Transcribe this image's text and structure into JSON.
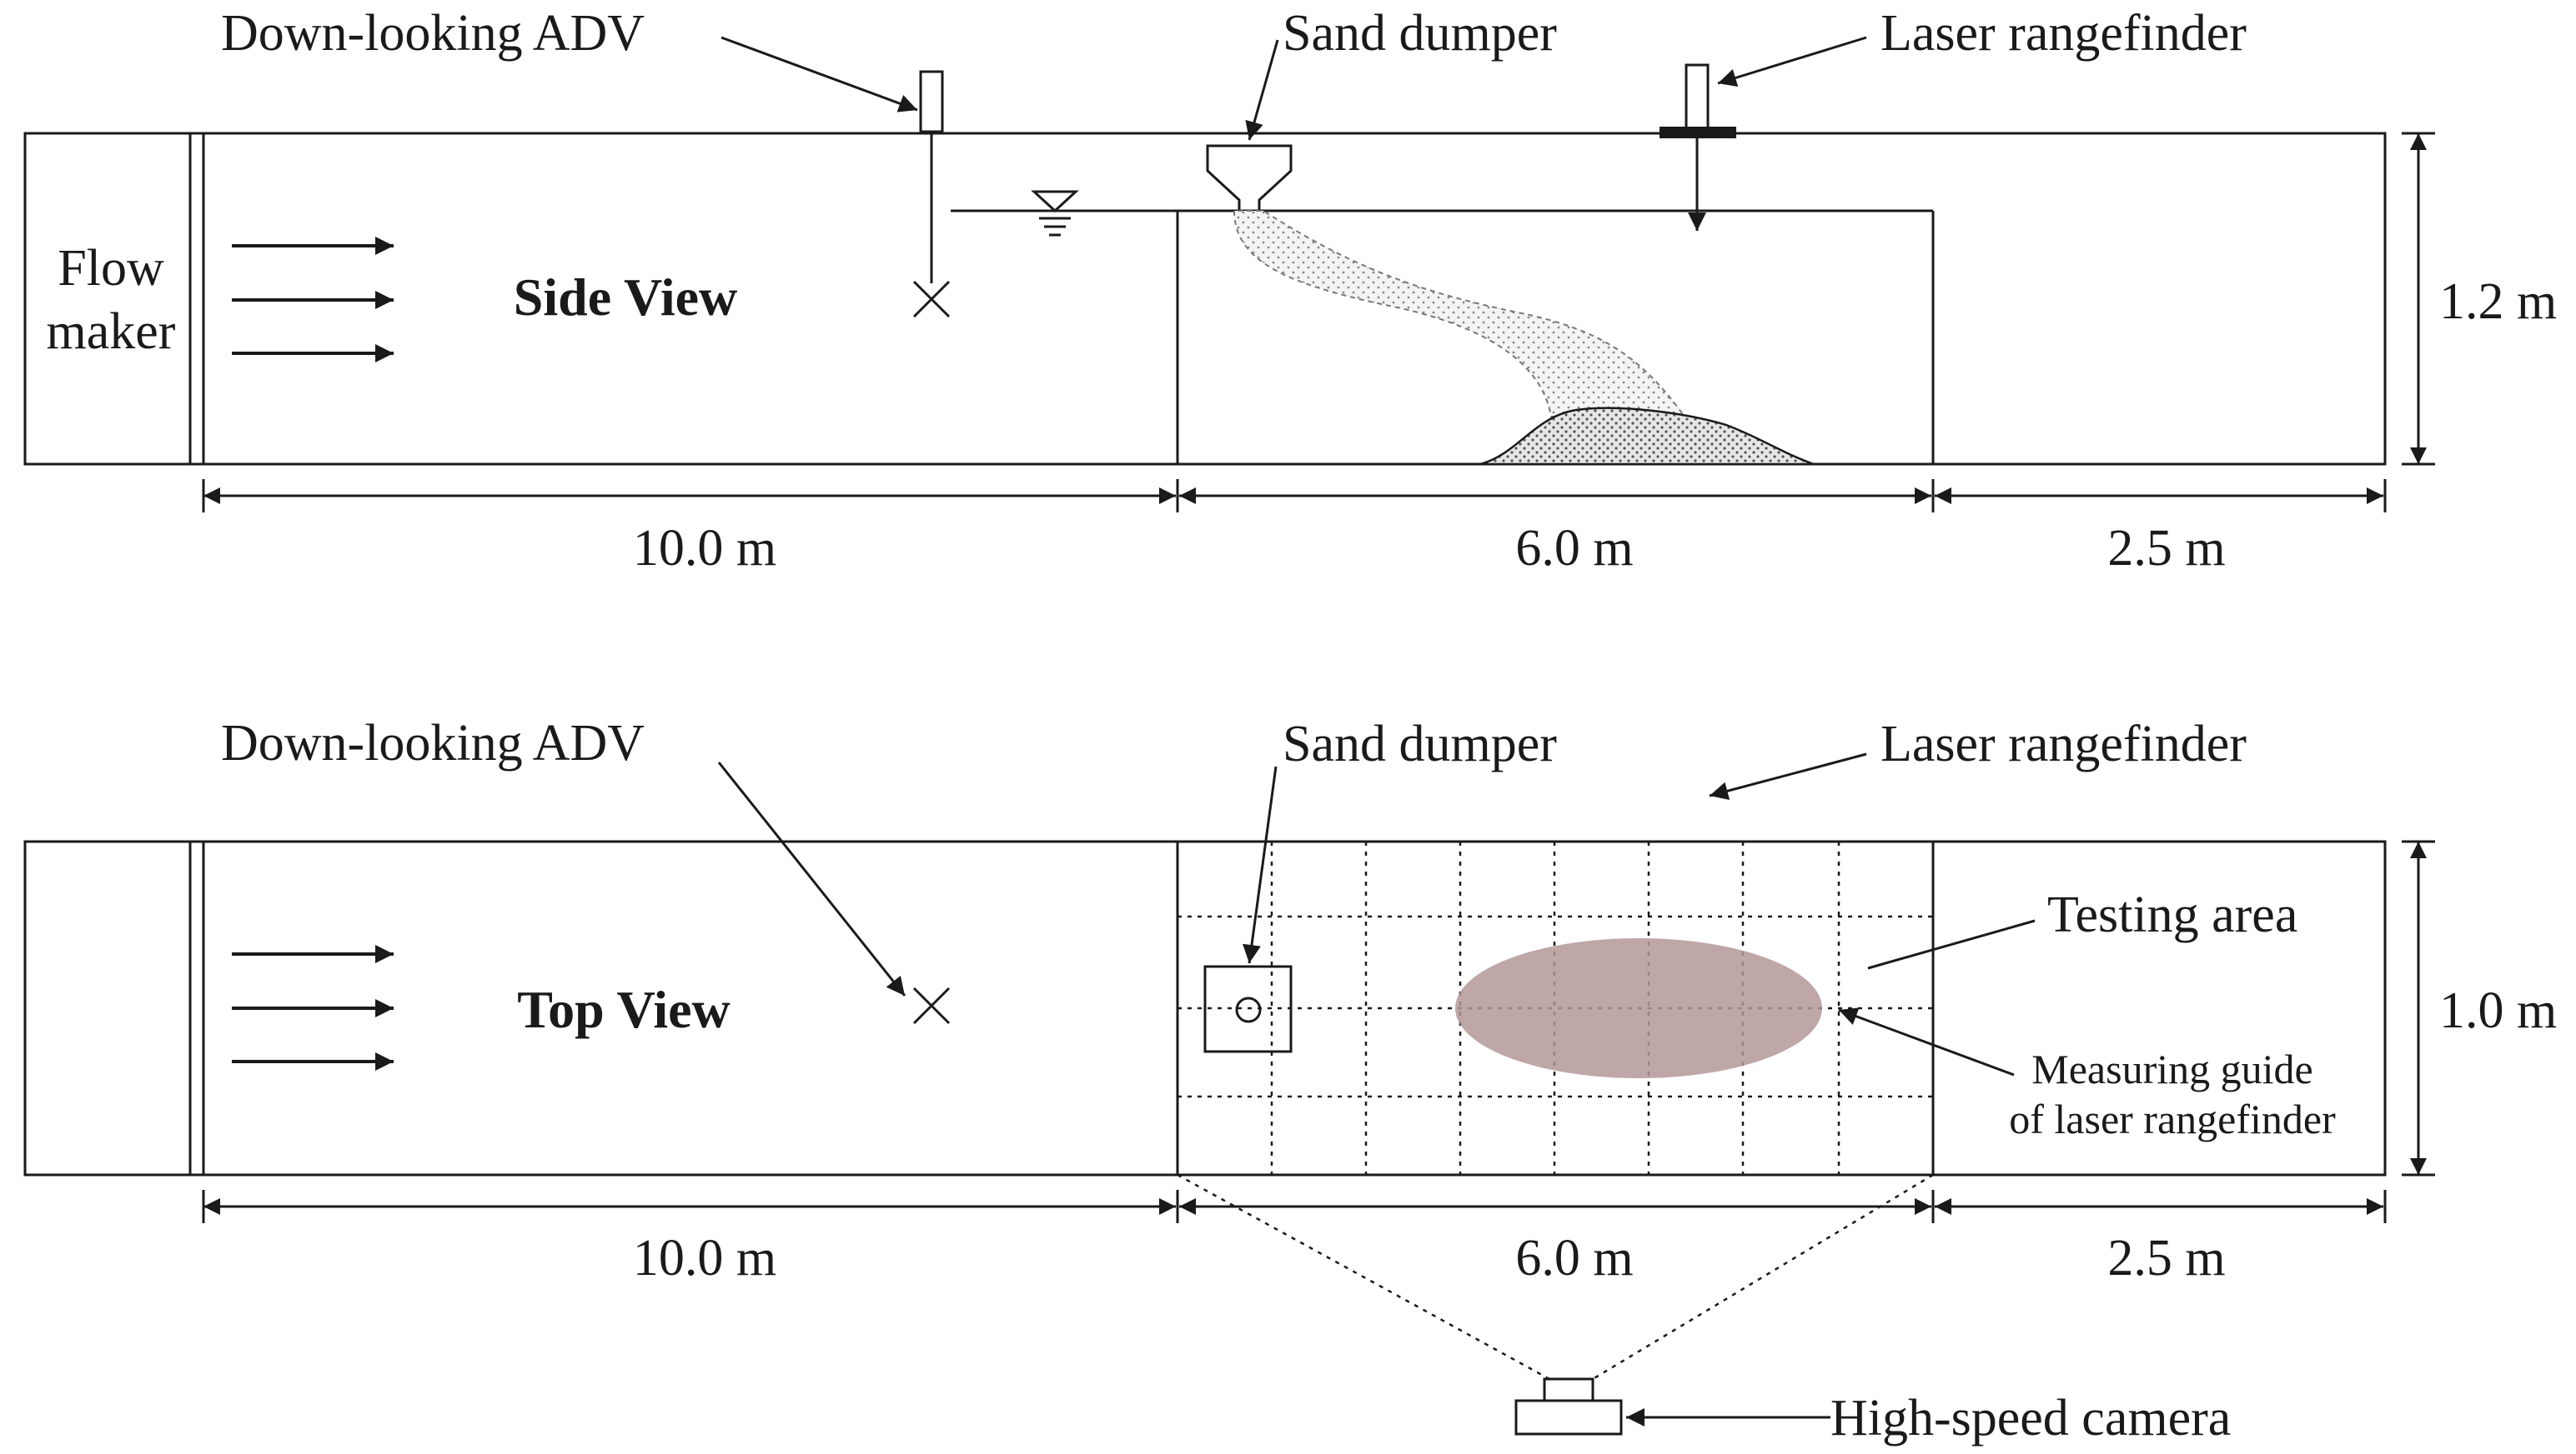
{
  "side_view": {
    "title": "Side View",
    "flow_maker": [
      "Flow",
      "maker"
    ],
    "labels": {
      "adv": "Down-looking ADV",
      "sand_dumper": "Sand dumper",
      "laser": "Laser rangefinder"
    },
    "dimensions": {
      "upstream": "10.0 m",
      "test_section": "6.0 m",
      "downstream": "2.5 m",
      "height": "1.2 m"
    }
  },
  "top_view": {
    "title": "Top View",
    "labels": {
      "adv": "Down-looking ADV",
      "sand_dumper": "Sand dumper",
      "laser": "Laser rangefinder",
      "testing_area": "Testing area",
      "measuring_guide": [
        "Measuring guide",
        "of laser rangefinder"
      ],
      "camera": "High-speed camera"
    },
    "dimensions": {
      "upstream": "10.0 m",
      "test_section": "6.0 m",
      "downstream": "2.5 m",
      "width": "1.0 m"
    }
  },
  "colors": {
    "testing_area_fill": "#b49898",
    "sand_fill": "#d9d9d9",
    "line": "#1a1a1a"
  }
}
